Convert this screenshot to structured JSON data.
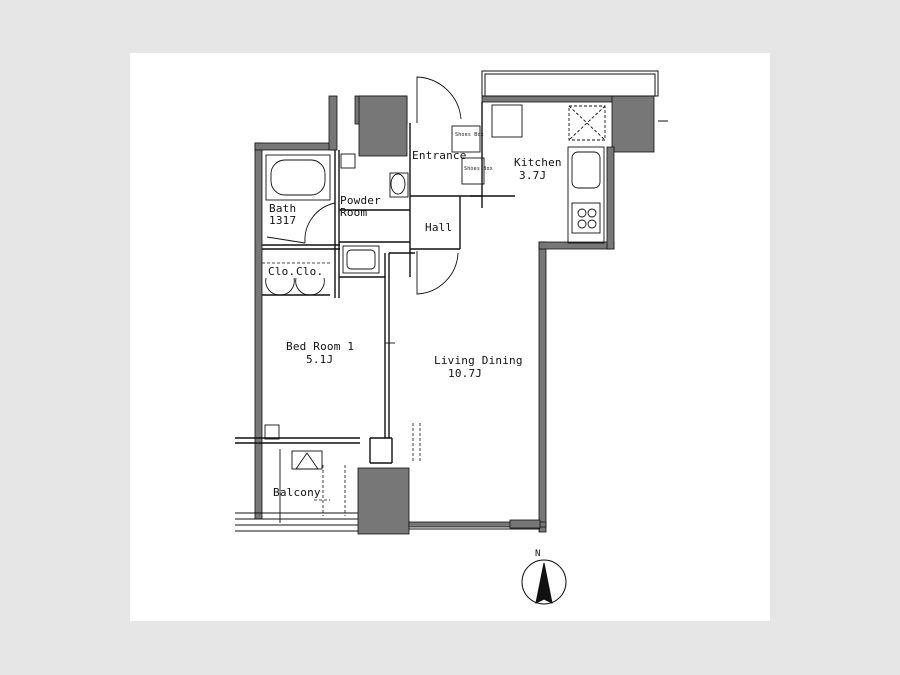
{
  "plan": {
    "rooms": [
      {
        "id": "entrance",
        "name": "Entrance",
        "size": ""
      },
      {
        "id": "kitchen",
        "name": "Kitchen",
        "size": "3.7J"
      },
      {
        "id": "bath",
        "name": "Bath",
        "size": "1317"
      },
      {
        "id": "powder",
        "name": "Powder",
        "size": "Room"
      },
      {
        "id": "hall",
        "name": "Hall",
        "size": ""
      },
      {
        "id": "bedroom",
        "name": "Bed Room 1",
        "size": "5.1J"
      },
      {
        "id": "living",
        "name": "Living Dining",
        "size": "10.7J"
      },
      {
        "id": "balcony",
        "name": "Balcony",
        "size": ""
      }
    ],
    "closets": [
      "Clo.",
      "Clo."
    ],
    "shoe_box": "Shoes Box",
    "compass": "N",
    "wall_color": "#777777",
    "line_color": "#111111"
  }
}
